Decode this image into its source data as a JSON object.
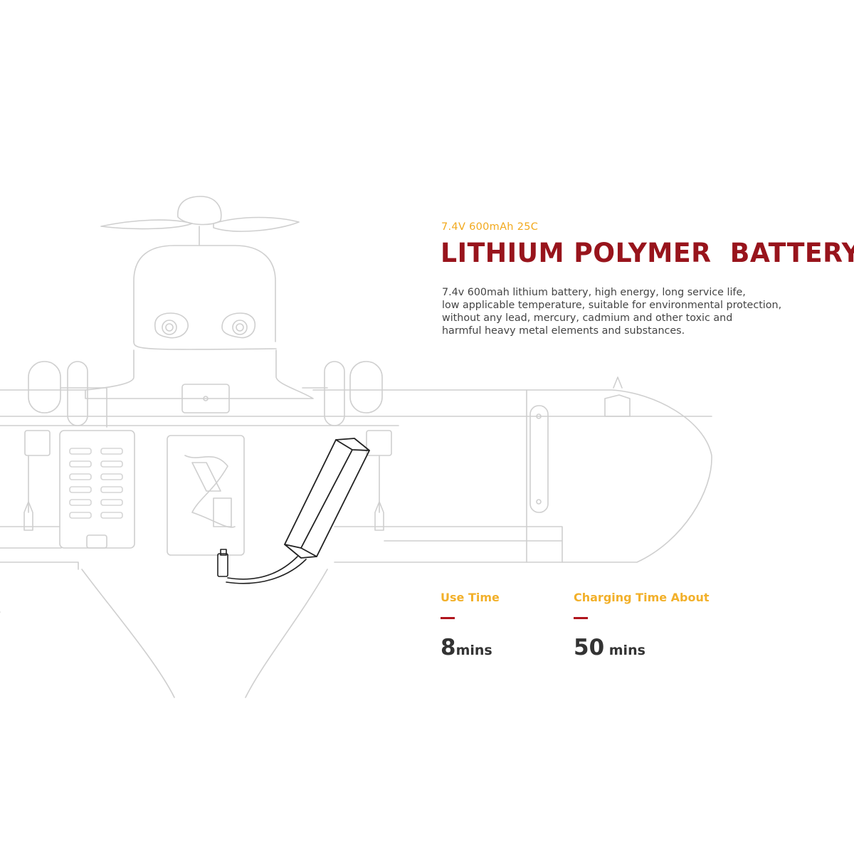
{
  "product": {
    "spec": "7.4V 600mAh 25C",
    "title": "LITHIUM POLYMER  BATTERY",
    "description_lines": [
      "7.4v 600mah lithium battery, high energy, long service life,",
      "low applicable temperature, suitable for environmental protection,",
      "without any lead, mercury, cadmium and other toxic and",
      "harmful heavy metal elements and substances."
    ]
  },
  "stats": {
    "use_time": {
      "label": "Use Time",
      "value": "8",
      "unit": "mins"
    },
    "charging_time": {
      "label": "Charging Time About",
      "value": "50",
      "unit": " mins"
    }
  },
  "colors": {
    "spec": "#f2a91d",
    "title": "#98141c",
    "stat_label": "#f2b02a",
    "accent_dash": "#b0141d",
    "line_art": "#cfcfcf",
    "battery_outline": "#222222"
  },
  "illustration": {
    "subject": "line drawing of rc vehicle with lipo battery",
    "icons": [
      "propeller-icon",
      "battery-icon",
      "battery-connector-icon"
    ]
  }
}
